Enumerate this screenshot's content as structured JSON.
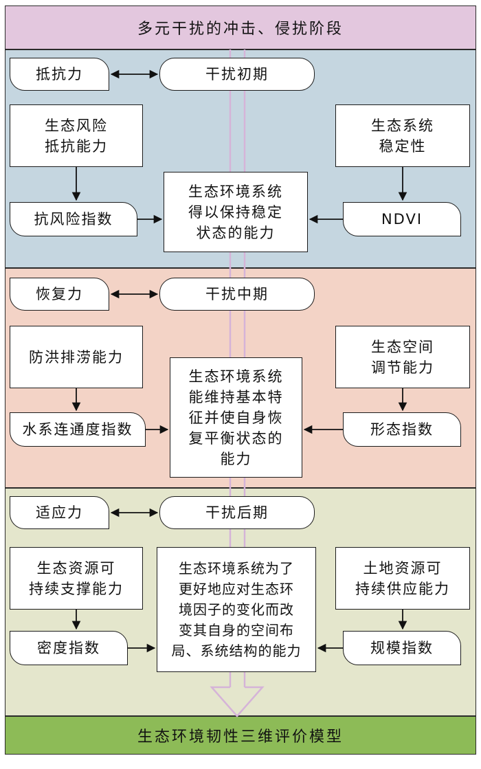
{
  "top_banner": "多元干扰的冲击、侵扰阶段",
  "bottom_banner": "生态环境韧性三维评价模型",
  "colors": {
    "top_banner_bg": "#e3c7de",
    "stage1_bg": "#c5d6e0",
    "stage2_bg": "#f3d3c6",
    "stage3_bg": "#e4e6cc",
    "bottom_banner_bg": "#8dbb57",
    "center_arrow": "#d5b3d8"
  },
  "stages": [
    {
      "capacity": "抵抗力",
      "period": "干扰初期",
      "left_top": "生态风险\n抵抗能力",
      "left_bottom": "抗风险指数",
      "center": "生态环境系统\n得以保持稳定\n状态的能力",
      "right_top": "生态系统\n稳定性",
      "right_bottom": "NDVI"
    },
    {
      "capacity": "恢复力",
      "period": "干扰中期",
      "left_top": "防洪排涝能力",
      "left_bottom": "水系连通度指数",
      "center": "生态环境系统\n能维持基本特\n征并使自身恢\n复平衡状态的\n能力",
      "right_top": "生态空间\n调节能力",
      "right_bottom": "形态指数"
    },
    {
      "capacity": "适应力",
      "period": "干扰后期",
      "left_top": "生态资源可\n持续支撑能力",
      "left_bottom": "密度指数",
      "center": "生态环境系统为了\n更好地应对生态环\n境因子的变化而改\n变其自身的空间布\n局、系统结构的能力",
      "right_top": "土地资源可\n持续供应能力",
      "right_bottom": "规模指数"
    }
  ]
}
